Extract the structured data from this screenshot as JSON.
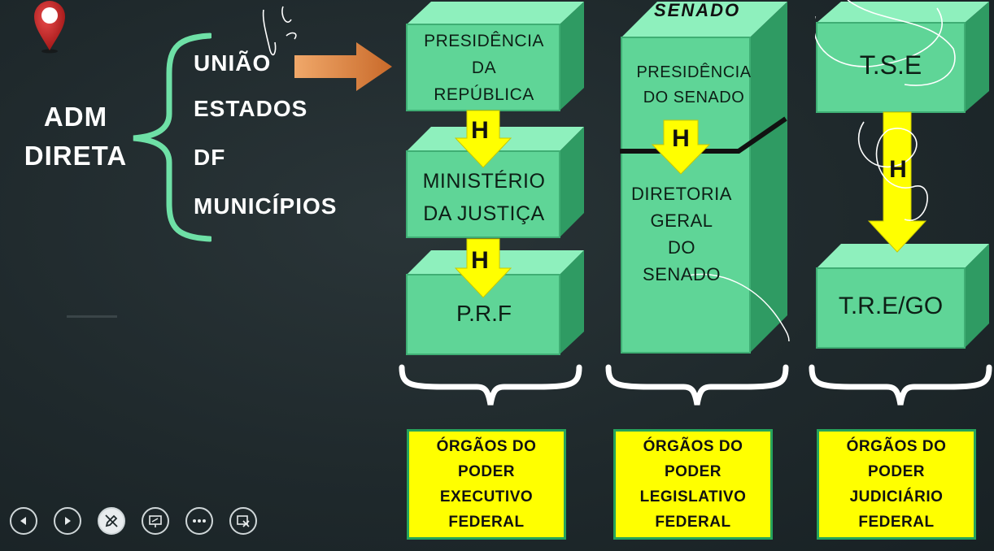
{
  "left": {
    "adm_line1": "ADM",
    "adm_line2": "DIRETA",
    "items": [
      "UNIÃO",
      "ESTADOS",
      "DF",
      "MUNICÍPIOS"
    ]
  },
  "executivo": {
    "box1": [
      "PRESIDÊNCIA",
      "DA",
      "REPÚBLICA"
    ],
    "box2": [
      "MINISTÉRIO",
      "DA JUSTIÇA"
    ],
    "box3": "P.R.F",
    "h1": "H",
    "h2": "H"
  },
  "legislativo": {
    "header": "SENADO",
    "top": [
      "PRESIDÊNCIA",
      "DO SENADO"
    ],
    "bottom": [
      "DIRETORIA",
      "GERAL",
      "DO",
      "SENADO"
    ],
    "h": "H"
  },
  "judiciario": {
    "box1": "T.S.E",
    "box2": "T.R.E/GO",
    "h": "H"
  },
  "orgaos": [
    [
      "ÓRGÃOS DO",
      "PODER",
      "EXECUTIVO",
      "FEDERAL"
    ],
    [
      "ÓRGÃOS DO",
      "PODER",
      "LEGISLATIVO",
      "FEDERAL"
    ],
    [
      "ÓRGÃOS DO",
      "PODER",
      "JUDICIÁRIO",
      "FEDERAL"
    ]
  ],
  "toolbar": {
    "icons": [
      "previous-slide-icon",
      "next-slide-icon",
      "pen-icon",
      "slide-view-icon",
      "more-options-icon",
      "end-show-icon"
    ]
  },
  "colors": {
    "green_box": "#5fd597",
    "yellow": "#ffff00",
    "orange_arrow": "#d9823a"
  }
}
